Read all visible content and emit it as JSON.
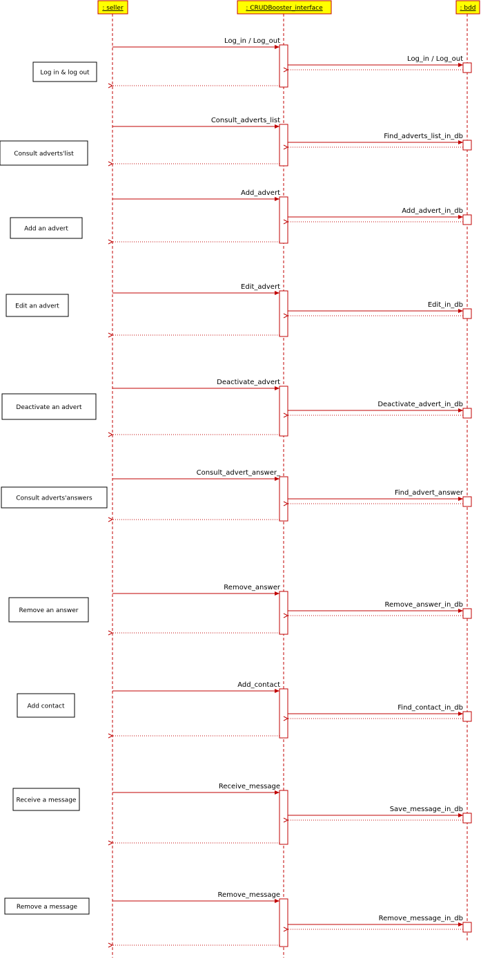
{
  "actors": [
    {
      "id": "seller",
      "label": ": seller"
    },
    {
      "id": "interface",
      "label": ": CRUDBooster_interface"
    },
    {
      "id": "bdd",
      "label": ": bdd"
    }
  ],
  "colors": {
    "line": "#c00000",
    "actor_fill": "#ffff00",
    "note_border": "#000000"
  },
  "interactions": [
    {
      "note": "Log in & log out",
      "message": "Log_in / Log_out",
      "db_message": "Log_in / Log_out"
    },
    {
      "note": "Consult adverts'list",
      "message": "Consult_adverts_list",
      "db_message": "Find_adverts_list_in_db"
    },
    {
      "note": "Add an advert",
      "message": "Add_advert",
      "db_message": "Add_advert_in_db"
    },
    {
      "note": "Edit an advert",
      "message": "Edit_advert",
      "db_message": "Edit_in_db"
    },
    {
      "note": "Deactivate an advert",
      "message": "Deactivate_advert",
      "db_message": "Deactivate_advert_in_db"
    },
    {
      "note": "Consult adverts'answers",
      "message": "Consult_advert_answer_",
      "db_message": "Find_advert_answer"
    },
    {
      "note": "Remove an answer",
      "message": "Remove_answer",
      "db_message": "Remove_answer_in_db"
    },
    {
      "note": "Add contact",
      "message": "Add_contact",
      "db_message": "Find_contact_in_db"
    },
    {
      "note": "Receive a message",
      "message": "Receive_message",
      "db_message": "Save_message_in_db"
    },
    {
      "note": "Remove a message",
      "message": "Remove_message",
      "db_message": "Remove_message_in_db"
    }
  ]
}
